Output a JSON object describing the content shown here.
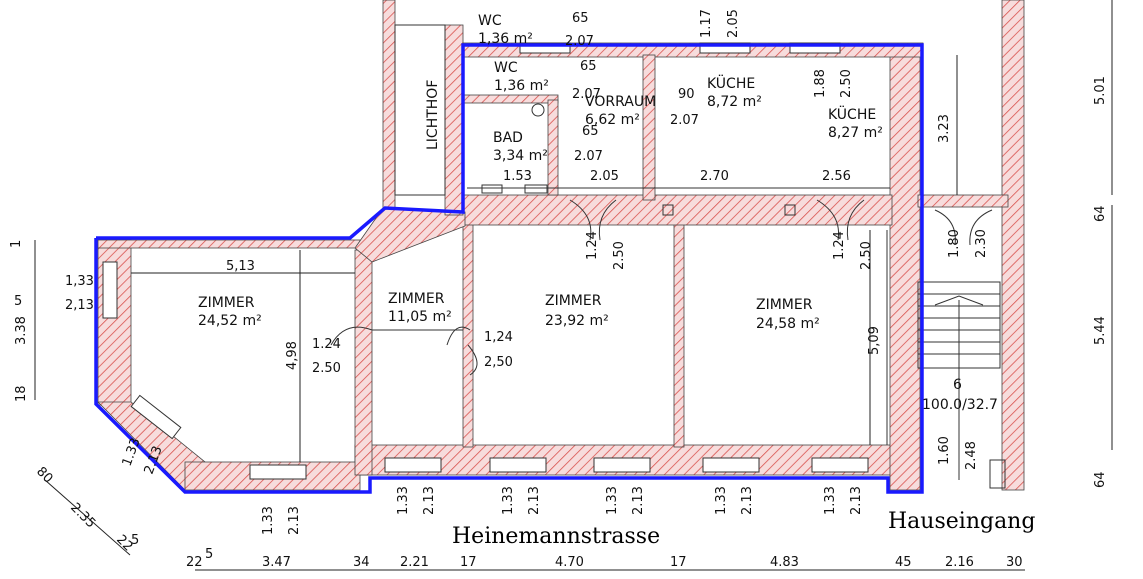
{
  "colors": {
    "wall_hatch": "#d9534f",
    "wall_fill": "#f7dcdc",
    "outline": "#1a1aff",
    "line": "#222222"
  },
  "rooms": {
    "wc_top": {
      "name": "WC",
      "area": "1,36 m²"
    },
    "wc": {
      "name": "WC",
      "area": "1,36 m²"
    },
    "bad": {
      "name": "BAD",
      "area": "3,34 m²"
    },
    "vorraum": {
      "name": "VORRAUM",
      "area": "6,62 m²"
    },
    "kueche1": {
      "name": "KÜCHE",
      "area": "8,72 m²"
    },
    "kueche2": {
      "name": "KÜCHE",
      "area": "8,27 m²"
    },
    "lichthof": {
      "name": "LICHTHOF"
    },
    "zimmer1": {
      "name": "ZIMMER",
      "area": "24,52 m²"
    },
    "zimmer2": {
      "name": "ZIMMER",
      "area": "11,05 m²"
    },
    "zimmer3": {
      "name": "ZIMMER",
      "area": "23,92 m²"
    },
    "zimmer4": {
      "name": "ZIMMER",
      "area": "24,58 m²"
    }
  },
  "stair": {
    "number": "6",
    "ratio": "100.0/32.7"
  },
  "streets": {
    "street": "Heinemannstrasse",
    "entrance": "Hauseingang"
  },
  "dims": {
    "d_65a": "65",
    "d_207a": "2.07",
    "d_117": "1.17",
    "d_205top": "2.05",
    "d_65b": "65",
    "d_207b": "2.07",
    "d_90": "90",
    "d_207c": "2.07",
    "d_188": "1.88",
    "d_250k": "2.50",
    "d_65c": "65",
    "d_207d": "2.07",
    "d_153": "1.53",
    "d_205": "2.05",
    "d_270": "2.70",
    "d_256": "2.56",
    "d_323": "3.23",
    "d_501": "5.01",
    "d_64a": "64",
    "d_513": "5,13",
    "d_133a": "1,33",
    "d_213a": "2,13",
    "d_338": "3.38",
    "d_338s": "5",
    "d_18": "18",
    "d_1": "1",
    "d_124a": "1.24",
    "d_250a": "2.50",
    "d_124b": "1.24",
    "d_250b": "2.50",
    "d_180": "1.80",
    "d_230": "2.30",
    "d_124c": "1.24",
    "d_250c": "2.50",
    "d_124d": "1,24",
    "d_250d": "2,50",
    "d_498": "4,98",
    "d_509": "5,09",
    "d_544": "5.44",
    "d_133b": "1.33",
    "d_213b": "2.13",
    "d_160": "1.60",
    "d_248": "2.48",
    "d_64b": "64",
    "d_80": "80",
    "d_235": "2.35",
    "d_22a": "22",
    "d_22as": "5",
    "d_133c": "1.33",
    "d_213c": "2.13",
    "d_133d": "1.33",
    "d_213d": "2.13",
    "d_133e": "1.33",
    "d_213e": "2.13",
    "d_133f": "1.33",
    "d_213f": "2.13",
    "d_133g": "1.33",
    "d_213g": "2.13",
    "d_133h": "1.33",
    "d_213h": "2.13",
    "b_22": "22",
    "b_22s": "5",
    "b_347": "3.47",
    "b_34": "34",
    "b_221": "2.21",
    "b_17a": "17",
    "b_470": "4.70",
    "b_17b": "17",
    "b_483": "4.83",
    "b_45": "45",
    "b_216": "2.16",
    "b_30": "30"
  }
}
